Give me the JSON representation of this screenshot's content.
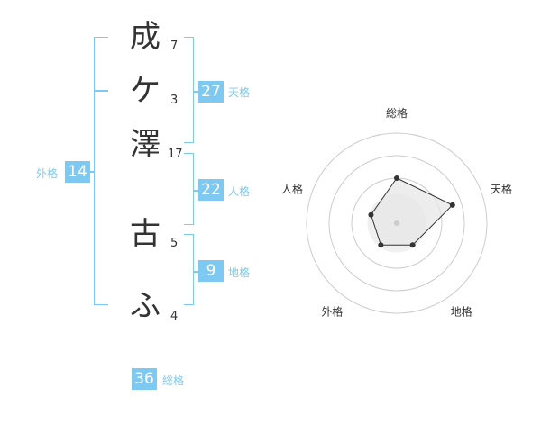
{
  "name_chars": [
    {
      "char": "成",
      "strokes": "7"
    },
    {
      "char": "ケ",
      "strokes": "3"
    },
    {
      "char": "澤",
      "strokes": "17"
    },
    {
      "char": "古",
      "strokes": "5"
    },
    {
      "char": "ふ",
      "strokes": "4"
    }
  ],
  "fortune": {
    "tenkaku": {
      "value": "27",
      "label": "天格"
    },
    "jinkaku": {
      "value": "22",
      "label": "人格"
    },
    "chikaku": {
      "value": "9",
      "label": "地格"
    },
    "gaikaku": {
      "value": "14",
      "label": "外格"
    },
    "soukaku": {
      "value": "36",
      "label": "総格"
    }
  },
  "chart_data": {
    "type": "radar",
    "axes": [
      "総格",
      "天格",
      "地格",
      "外格",
      "人格"
    ],
    "values": [
      0.5,
      0.65,
      0.3,
      0.3,
      0.3
    ],
    "rings": 4,
    "colors": {
      "fill": "#e6e6e6",
      "stroke": "#333333",
      "ring": "#cccccc",
      "accent": "#7ec9f2"
    }
  }
}
